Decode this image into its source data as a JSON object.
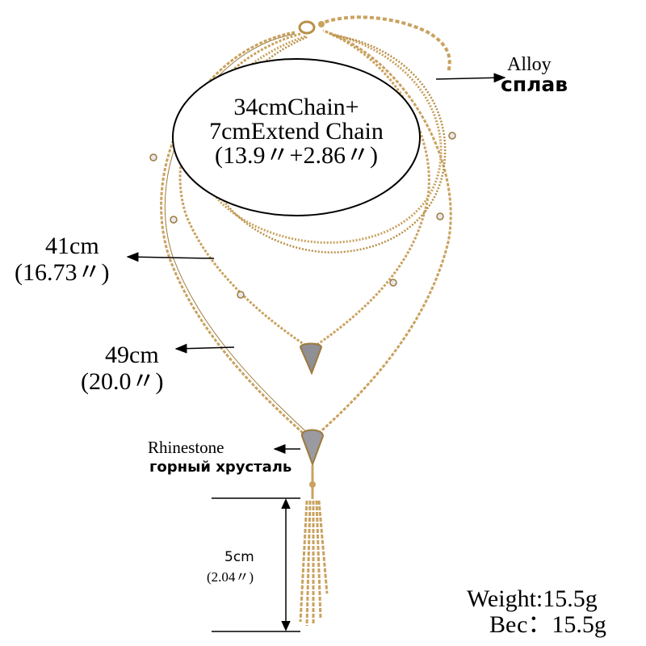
{
  "product": {
    "chain_length_box": {
      "line1": "34cmChain+",
      "line2": "7cmExtend Chain",
      "line3": "(13.9〃+2.86〃)"
    },
    "material": {
      "en": "Alloy",
      "ru": "сплав"
    },
    "length_41": {
      "cm": "41cm",
      "inch": "(16.73〃)"
    },
    "length_49": {
      "cm": "49cm",
      "inch": "(20.0〃)"
    },
    "stone": {
      "en": "Rhinestone",
      "ru": "горный хрусталь"
    },
    "tassel": {
      "cm": "5cm",
      "inch": "(2.04〃)"
    },
    "weight": {
      "en": "Weight:15.5g",
      "ru": "Вес：15.5g"
    }
  },
  "colors": {
    "chain_gold": "#c9a25f",
    "chain_dark": "#9c7a3c",
    "stone_gray": "#8f8f95",
    "annotation": "#000000"
  },
  "icons": [
    "necklace-image",
    "arrow-icon",
    "dimension-bracket"
  ]
}
